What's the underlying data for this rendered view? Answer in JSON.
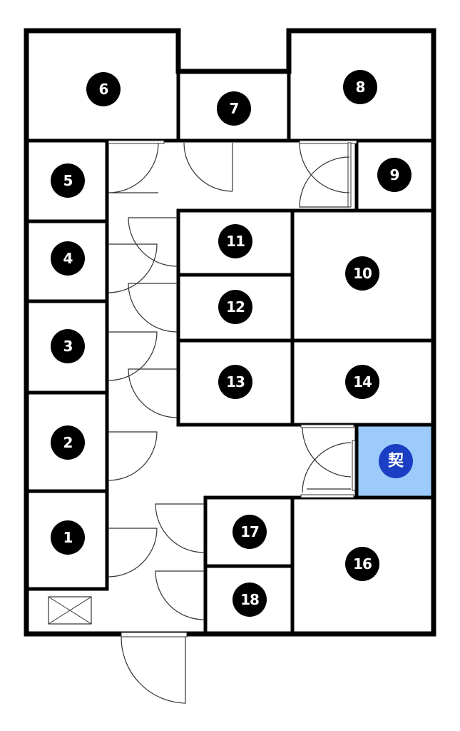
{
  "floorplan": {
    "rooms": [
      {
        "label": "1"
      },
      {
        "label": "2"
      },
      {
        "label": "3"
      },
      {
        "label": "4"
      },
      {
        "label": "5"
      },
      {
        "label": "6"
      },
      {
        "label": "7"
      },
      {
        "label": "8"
      },
      {
        "label": "9"
      },
      {
        "label": "10"
      },
      {
        "label": "11"
      },
      {
        "label": "12"
      },
      {
        "label": "13"
      },
      {
        "label": "14"
      },
      {
        "label": "16"
      },
      {
        "label": "17"
      },
      {
        "label": "18"
      }
    ],
    "contracted_room": {
      "label": "契",
      "fill_color": "#9ccbfb",
      "badge_color": "#1a3fc4"
    },
    "badge_color": "#000000"
  }
}
